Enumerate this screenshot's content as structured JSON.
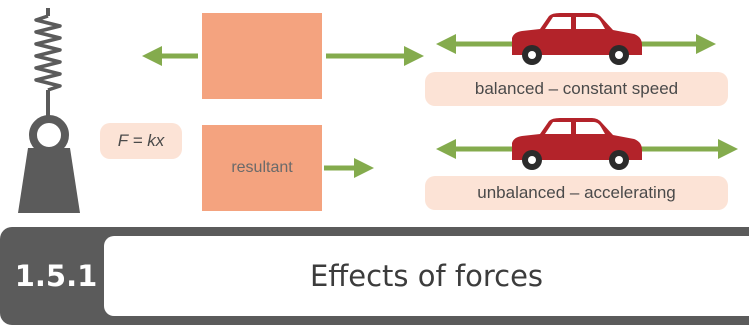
{
  "formula": "F = kx",
  "resultant_label": "resultant",
  "cars": [
    {
      "label": "balanced – constant speed"
    },
    {
      "label": "unbalanced – accelerating"
    }
  ],
  "topic": {
    "number": "1.5.1",
    "title": "Effects of forces"
  },
  "colors": {
    "arrow": "#84ab4d",
    "box": "#f4a37f",
    "pill": "#fce3d6",
    "car": "#b3232a",
    "weight": "#5b5b5b",
    "banner": "#5b5b5b"
  }
}
